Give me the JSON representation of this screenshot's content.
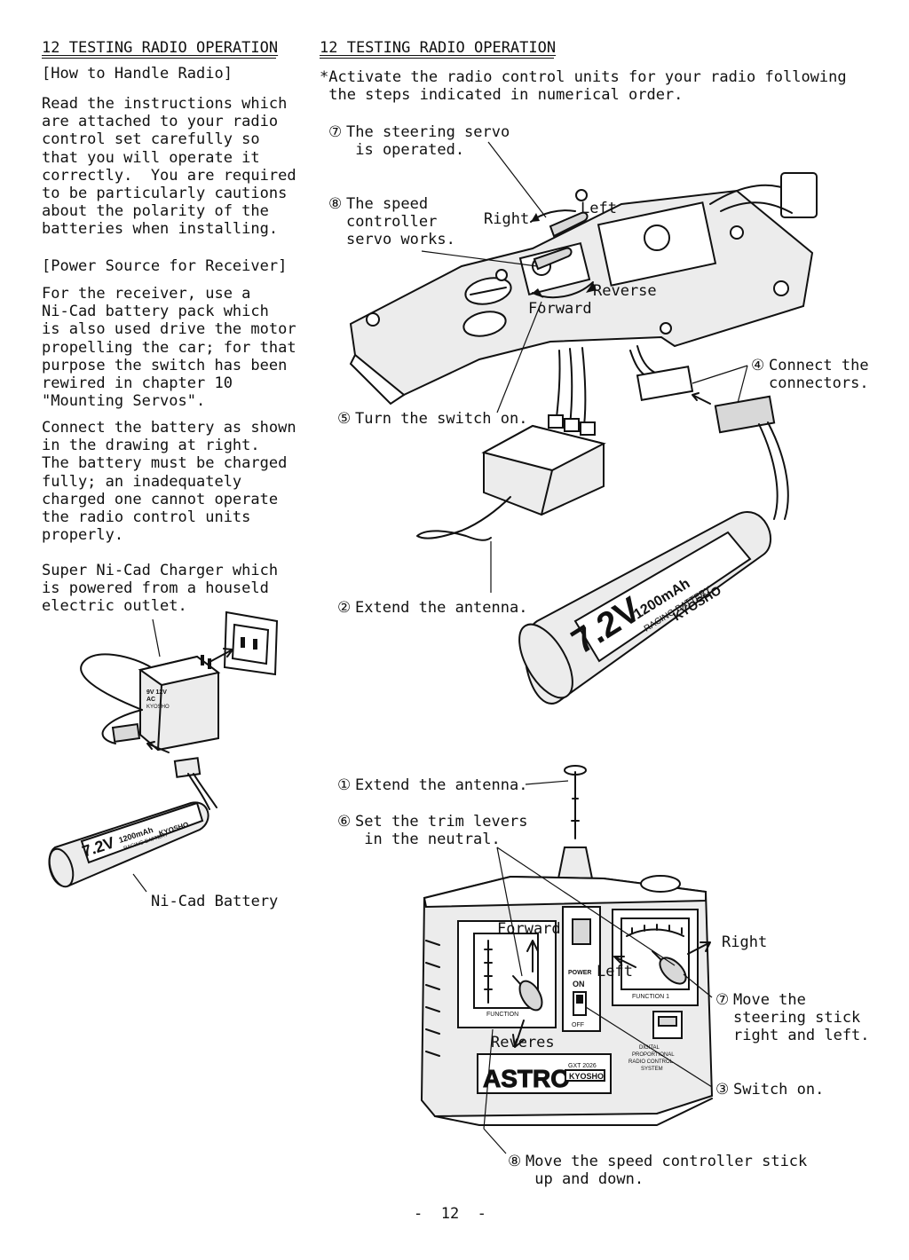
{
  "left": {
    "heading": "12 TESTING RADIO OPERATION",
    "sub1": "[How to Handle Radio]",
    "para1": [
      "Read the instructions which",
      "are attached to your radio",
      "control set carefully so",
      "that you will operate it",
      "correctly.  You are required",
      "to be particularly cautions",
      "about the polarity of the",
      "batteries when installing."
    ],
    "sub2": "[Power Source for Receiver]",
    "para2": [
      "For the receiver, use a",
      "Ni-Cad battery pack which",
      "is also used drive the motor",
      "propelling the car; for that",
      "purpose the switch has been",
      "rewired in chapter 10",
      "\"Mounting Servos\"."
    ],
    "para3": [
      "Connect the battery as shown",
      "in the drawing at right.",
      "The battery must be charged",
      "fully; an inadequately",
      "charged one cannot operate",
      "the radio control units",
      "properly."
    ],
    "para4": [
      "Super Ni-Cad Charger which",
      "is powered from a houseld",
      "electric outlet."
    ],
    "battery_label": "Ni-Cad Battery",
    "charger_print": [
      "9V  12V",
      "AC",
      "KYOSHO"
    ],
    "battery_print": {
      "volt": "7.2V",
      "mah": "1200mAh",
      "type": "RACING BATTERY",
      "brand": "KYOSHO"
    }
  },
  "right": {
    "heading": "12 TESTING RADIO OPERATION",
    "intro": [
      "*Activate the radio control units for your radio following",
      " the steps indicated in numerical order."
    ],
    "step7a": {
      "num": "⑦",
      "lines": [
        "The steering servo",
        " is operated."
      ]
    },
    "step8a": {
      "num": "⑧",
      "lines": [
        "The speed",
        "controller",
        "servo works."
      ]
    },
    "step4": {
      "num": "④",
      "lines": [
        "Connect the",
        "connectors."
      ]
    },
    "step5": {
      "num": "⑤",
      "lines": [
        "Turn the switch on."
      ]
    },
    "step2": {
      "num": "②",
      "lines": [
        "Extend the antenna."
      ]
    },
    "step1": {
      "num": "①",
      "lines": [
        "Extend the antenna."
      ]
    },
    "step6": {
      "num": "⑥",
      "lines": [
        "Set the trim levers",
        " in the neutral."
      ]
    },
    "step7b": {
      "num": "⑦",
      "lines": [
        "Move the",
        "steering stick",
        "right and left."
      ]
    },
    "step3": {
      "num": "③",
      "lines": [
        "Switch on."
      ]
    },
    "step8b": {
      "num": "⑧",
      "lines": [
        "Move the speed controller stick",
        " up and down."
      ]
    },
    "chassis_labels": {
      "right": "Right",
      "left": "Left",
      "reverse": "Reverse",
      "forward": "Forward"
    },
    "tx_labels": {
      "forward": "Forward",
      "reverse": "Reveres",
      "left": "Left",
      "right": "Right"
    },
    "battery_print": {
      "volt": "7.2V",
      "mah": "1200mAh",
      "type": "RACING BATTERY",
      "brand": "KYOSHO"
    },
    "tx_print": {
      "brand": "ASTRO",
      "model": "GXT 2026",
      "maker": "KYOSHO",
      "power": "POWER",
      "on": "ON",
      "off": "OFF",
      "function1": "FUNCTION 1",
      "function2": "FUNCTION",
      "system": [
        "DIGITAL",
        "PROPORTIONAL",
        "RADIO CONTROL",
        "SYSTEM"
      ]
    }
  },
  "footer": {
    "page": "-  12  -"
  }
}
